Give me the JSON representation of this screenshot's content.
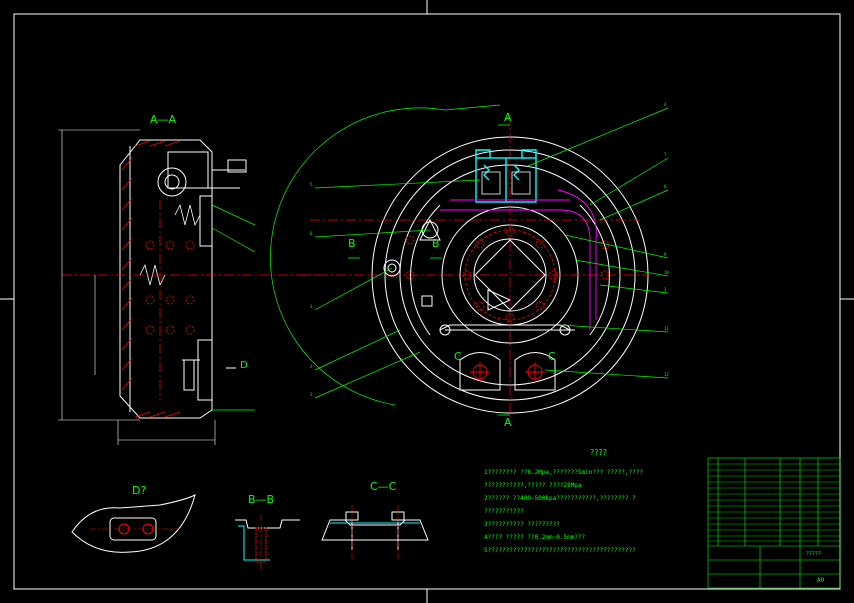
{
  "drawing": {
    "colors": {
      "background": "#000000",
      "frame": "#ffffff",
      "part": "#ffffff",
      "centerline": "#ff0000",
      "leader": "#00ff00",
      "hatch": "#ff0000",
      "hydraulic": "#00ffff",
      "spring": "#ff00ff",
      "title_block": "#00ff00"
    },
    "views": {
      "section_aa_title": "A—A",
      "cut_a_top": "A",
      "cut_a_bottom": "A",
      "cut_b_left": "B",
      "cut_b_right": "B",
      "cut_c_left": "C",
      "cut_c_right": "C",
      "view_d_label": "D",
      "view_d_title": "D?",
      "section_bb_title": "B—B",
      "section_cc_title": "C—C"
    },
    "notes_title": "????",
    "notes": [
      "1???????? ??8.2Mpa,???????5min??? ?????,????",
      "???????????,????? ????28Mpa",
      "2?????? ??400~500kpa???????????,???????? ?",
      "???????????",
      "3?????????? ?????????",
      "4???? ????? ??0.2mm~0.5mm???",
      "5?????????????????????????????????????????"
    ],
    "title_block": {
      "scale_text": "?????",
      "format_text": "A0"
    }
  }
}
